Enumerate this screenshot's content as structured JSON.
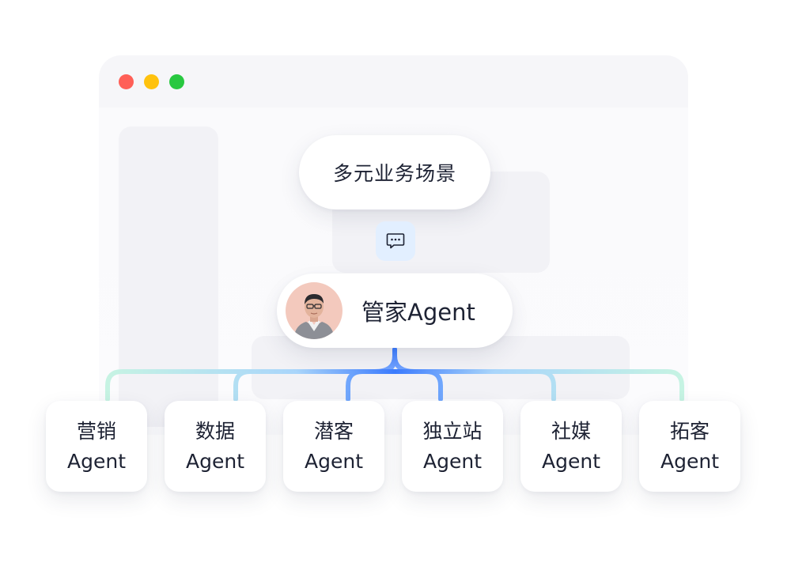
{
  "diagram": {
    "scenario_label": "多元业务场景",
    "butler_label": "管家Agent",
    "agents": [
      {
        "name": "营销",
        "suffix": "Agent"
      },
      {
        "name": "数据",
        "suffix": "Agent"
      },
      {
        "name": "潜客",
        "suffix": "Agent"
      },
      {
        "name": "独立站",
        "suffix": "Agent"
      },
      {
        "name": "社媒",
        "suffix": "Agent"
      },
      {
        "name": "拓客",
        "suffix": "Agent"
      }
    ]
  },
  "icons": {
    "chat": "chat-bubble-icon",
    "avatar": "person-avatar"
  },
  "colors": {
    "window_close": "#ff5f57",
    "window_minimize": "#ffc20e",
    "window_maximize": "#28c840",
    "connector_blue": "#3c7cff",
    "connector_mint": "#c6f3e3",
    "badge_bg": "#e2efff",
    "text": "#1d2233"
  }
}
